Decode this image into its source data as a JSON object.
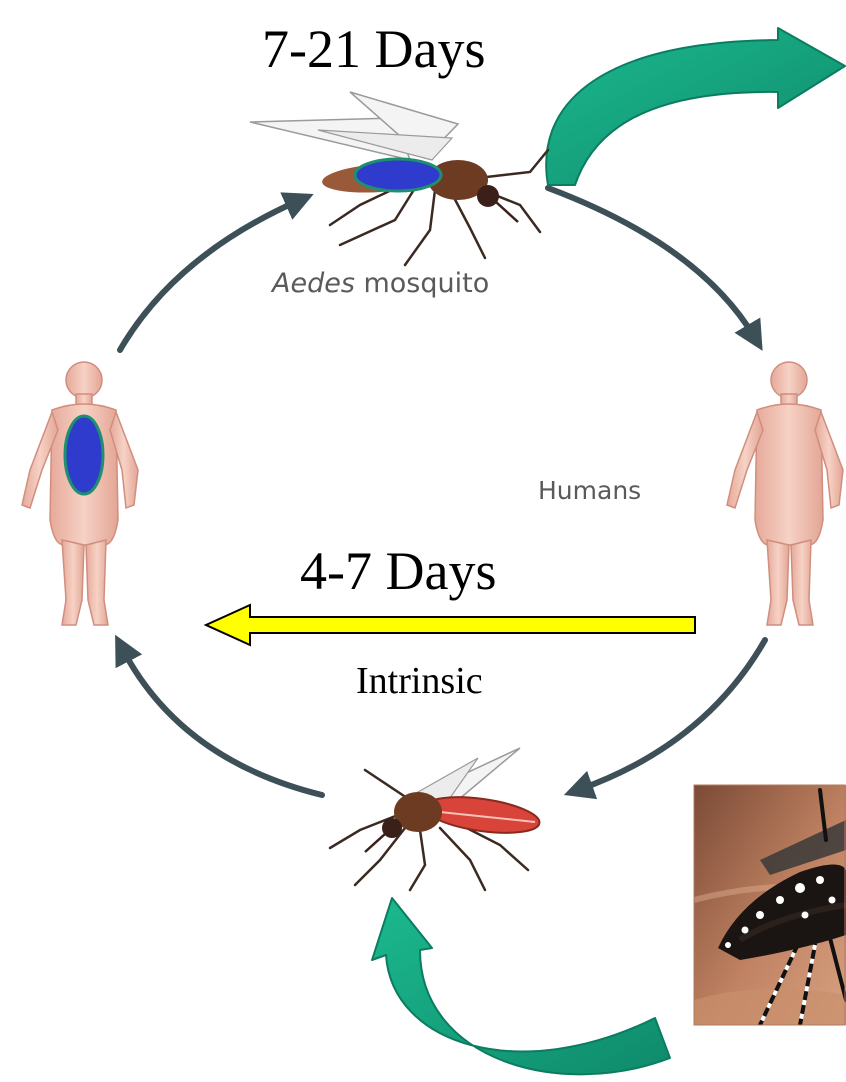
{
  "diagram": {
    "extrinsic_days_label": "7-21 Days",
    "intrinsic_days_label": "4-7 Days",
    "intrinsic_label": "Intrinsic",
    "mosquito_label_genus": "Aedes",
    "mosquito_label_rest": " mosquito",
    "humans_label": "Humans"
  },
  "colors": {
    "cycle_arrow": "#3d4f57",
    "curved_arrow": "#12a07c",
    "yellow_arrow": "#ffff00",
    "virus_marker": "#2f3bcc",
    "virus_outline": "#1f8f6f",
    "skin": "#f1c3b4",
    "mosquito_body": "#7a3a22",
    "mosquito_blood": "#d8433a"
  },
  "icons": [
    "infected-mosquito-icon",
    "infected-human-icon",
    "healthy-human-icon",
    "feeding-mosquito-icon",
    "aedes-aegypti-photo"
  ]
}
